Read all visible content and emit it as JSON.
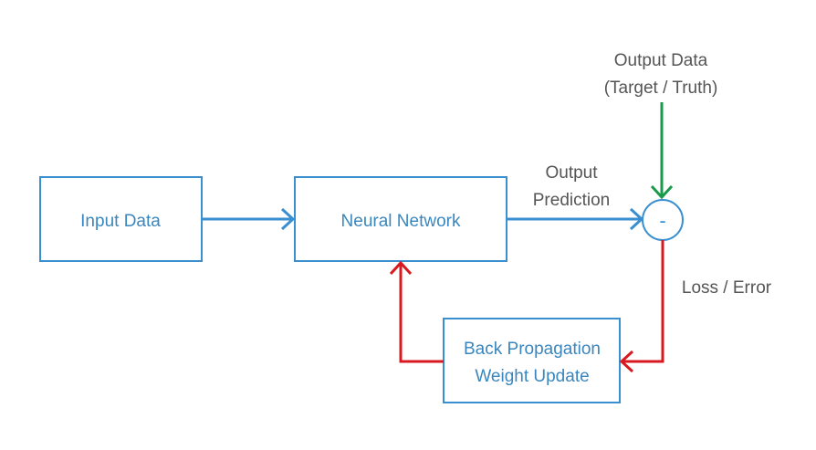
{
  "nodes": {
    "input": {
      "label": "Input Data"
    },
    "network": {
      "label": "Neural Network"
    },
    "backprop": {
      "line1": "Back Propagation",
      "line2": "Weight Update"
    },
    "subtract": {
      "symbol": "-"
    }
  },
  "labels": {
    "output_data": {
      "line1": "Output Data",
      "line2": "(Target / Truth)"
    },
    "output_prediction": {
      "line1": "Output",
      "line2": "Prediction"
    },
    "loss": "Loss / Error"
  },
  "colors": {
    "blue": "#3a8fd0",
    "blue_text": "#3a86bd",
    "green": "#1a9a4a",
    "red": "#d81920",
    "label_text": "#555555"
  }
}
